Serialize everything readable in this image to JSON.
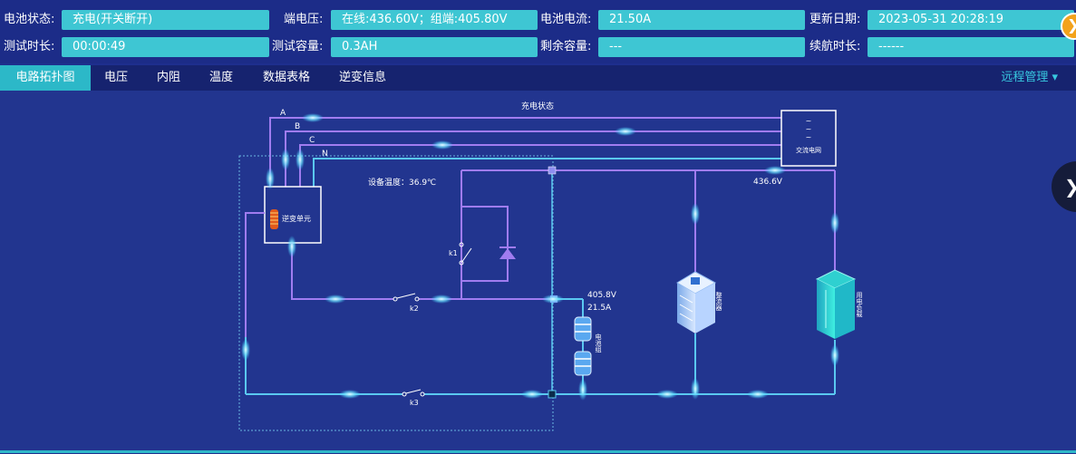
{
  "status": {
    "battery_state_label": "电池状态:",
    "battery_state_value": "充电(开关断开)",
    "terminal_voltage_label": "端电压:",
    "terminal_voltage_value": "在线:436.60V；组端:405.80V",
    "battery_current_label": "电池电流:",
    "battery_current_value": "21.50A",
    "update_date_label": "更新日期:",
    "update_date_value": "2023-05-31 20:28:19",
    "test_duration_label": "测试时长:",
    "test_duration_value": "00:00:49",
    "test_capacity_label": "测试容量:",
    "test_capacity_value": "0.3AH",
    "remaining_capacity_label": "剩余容量:",
    "remaining_capacity_value": "---",
    "endurance_label": "续航时长:",
    "endurance_value": "------"
  },
  "tabs": [
    {
      "label": "电路拓扑图",
      "active": true
    },
    {
      "label": "电压",
      "active": false
    },
    {
      "label": "内阻",
      "active": false
    },
    {
      "label": "温度",
      "active": false
    },
    {
      "label": "数据表格",
      "active": false
    },
    {
      "label": "逆变信息",
      "active": false
    }
  ],
  "remote_label": "远程管理",
  "diagram": {
    "title": "充电状态",
    "phase_a": "A",
    "phase_b": "B",
    "phase_c": "C",
    "phase_n": "N",
    "grid_label": "交流电网",
    "inverter_label": "逆变单元",
    "device_temp": "设备温度：36.9℃",
    "online_voltage": "436.6V",
    "switch_k1": "k1",
    "switch_k2": "k2",
    "switch_k3": "k3",
    "battery_voltage": "405.8V",
    "battery_current": "21.5A",
    "battery_group_label": "电池组",
    "rectifier_label": "整流器",
    "load_label": "用电负载"
  },
  "colors": {
    "accent": "#3ec6d3",
    "wire_purple": "#a07cf0",
    "wire_cyan": "#5ac8f0",
    "panel_bg": "#22358f"
  }
}
